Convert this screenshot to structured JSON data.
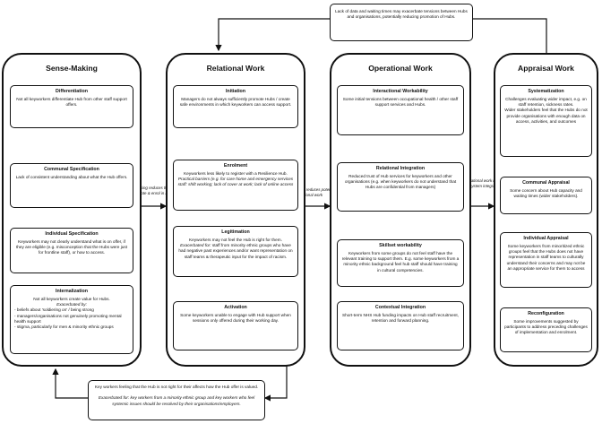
{
  "top_note": "Lack of data and waiting times may exacerbate tensions between Hubs and organisations, potentially reducing promotion of Hubs.",
  "bottom_note": {
    "text": "Key workers feeling that the Hub is not right for their affects how the Hub offer is valued.",
    "italic": "Exacerbated for: key workers from a minority ethnic group and key workers who feel systemic issues should be resolved by their organisations/employers."
  },
  "arrow_labels": {
    "a1": "Poor sense-making reduces the motivation to promote & enrol in Hubs",
    "a2": "Poor participation reduces potential for operational work",
    "a3": "Problems with operational work reduce satisfaction and system integration"
  },
  "columns": [
    {
      "title": "Sense-Making",
      "boxes": [
        {
          "title": "Differentiation",
          "text": "Not all keyworkers differentiate Hub from other staff support offers."
        },
        {
          "title": "Communal Specification",
          "text": "Lack of consistent understanding about what the Hub offers."
        },
        {
          "title": "Individual Specification",
          "text": "Keyworkers may not clearly understand what is on offer, if they are eligible (e.g. misconception that the Hubs were just for frontline staff), or how to access."
        },
        {
          "title": "Internalization",
          "text": "Not all keyworkers create value for Hubs.",
          "italic": "Exacerbated by:",
          "bullets": "- beliefs about 'soldiering on' / being strong\n- managers/organisations not genuinely promoting mental health support\n- stigma, particularly for men & minority ethnic groups"
        }
      ]
    },
    {
      "title": "Relational Work",
      "boxes": [
        {
          "title": "Initiation",
          "text": "Managers do not always sufficiently promote Hubs / create safe environments in which keyworkers can access support."
        },
        {
          "title": "Enrolment",
          "text": "Keyworkers less likely to register with a Resilience Hub.",
          "italic": "Practical barriers (e.g. for care home and emergency services staff: shift working; lack of cover at work; lack of online access"
        },
        {
          "title": "Legitimation",
          "text": "Keyworkers may not feel the Hub is right for them.",
          "italic": "Exacerbated for:",
          "text2": "staff from minority ethnic groups who have had negative past experiences and/or want representation on staff teams & therapeutic input for the impact of racism."
        },
        {
          "title": "Activation",
          "text": "Some keyworkers unable to engage with Hub support when sessions only offered during their working day."
        }
      ]
    },
    {
      "title": "Operational Work",
      "boxes": [
        {
          "title": "Interactional Workability",
          "text": "Some initial tensions between occupational health / other staff support services and Hubs."
        },
        {
          "title": "Relational Integration",
          "text": "Reduced trust of Hub services for keyworkers and other organisations (e.g. when keyworkers do not understand that Hubs are confidential from managers)"
        },
        {
          "title": "Skillset workability",
          "text": "Keyworkers from some groups do not feel staff have the relevant training to support them. E.g. some keyworkers from a minority ethnic background feel hub staff should have training in cultural competencies."
        },
        {
          "title": "Contextual Integration",
          "text": "Short-term NHS Hub funding impacts on Hub staff recruitment, retention and forward planning."
        }
      ]
    },
    {
      "title": "Appraisal Work",
      "boxes": [
        {
          "title": "Systematization",
          "text": "Challenges evaluating wider impact, e.g. on staff retention, sickness rates.\nWider stakeholders feel that the Hubs do not provide organisations with enough data on access, activities, and outcomes"
        },
        {
          "title": "Communal Appraisal",
          "text": "Some concern about Hub capacity and waiting times (wider stakeholders)."
        },
        {
          "title": "Individual Appraisal",
          "text": "Some keyworkers from minoritized ethnic groups feel that the Hubs does not have representation in staff teams to culturally understand their concerns and may not be an appropriate service for them to access"
        },
        {
          "title": "Reconfiguration",
          "text": "Some improvements suggested by participants to address preceding challenges of implementation and enrolment."
        }
      ]
    }
  ]
}
